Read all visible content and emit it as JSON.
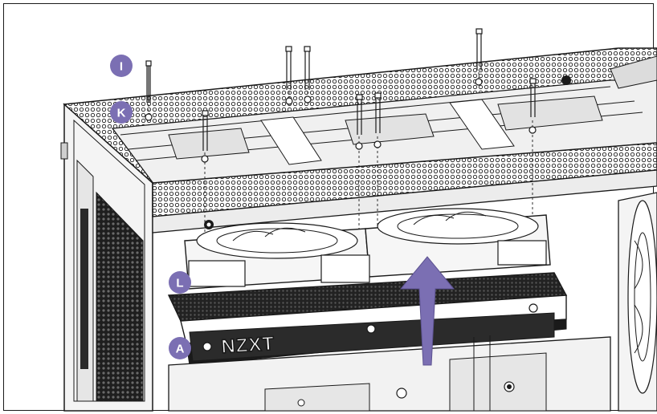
{
  "callouts": [
    {
      "id": "I",
      "label": "I"
    },
    {
      "id": "K",
      "label": "K"
    },
    {
      "id": "L",
      "label": "L"
    },
    {
      "id": "A",
      "label": "A"
    }
  ],
  "brand": {
    "logo_text": "NZXT"
  },
  "colors": {
    "callout_fill": "#7b6fb3",
    "arrow_fill": "#7b6fb3",
    "line": "#1a1a1a",
    "metal_light": "#f2f2f2",
    "metal_mid": "#d9d9d9",
    "metal_dark": "#2a2a2a"
  },
  "icons": {
    "direction": "up-arrow-icon",
    "screw": "screw-icon"
  }
}
